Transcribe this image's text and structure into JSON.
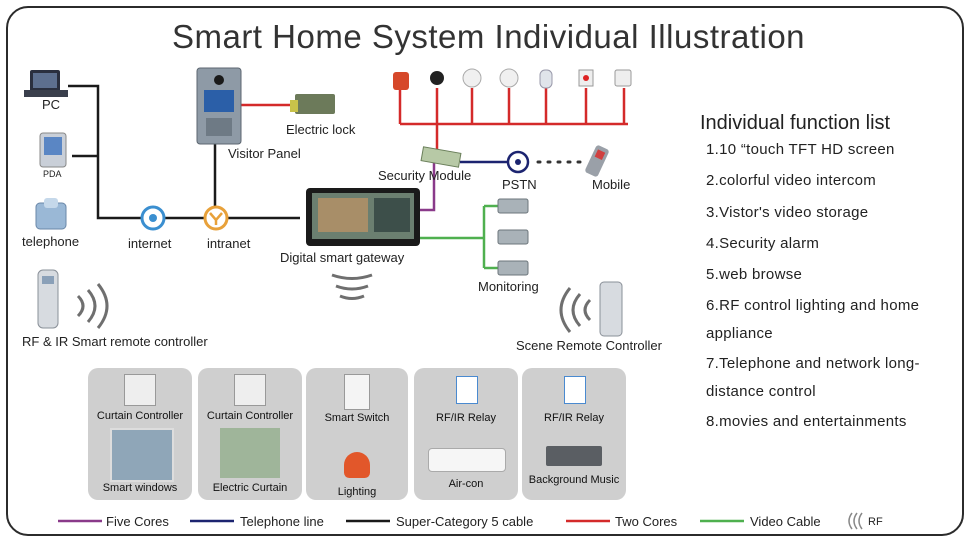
{
  "title": "Smart Home System Individual Illustration",
  "labels": {
    "pc": "PC",
    "pda": "PDA",
    "telephone": "telephone",
    "internet": "internet",
    "intranet": "intranet",
    "visitor_panel": "Visitor Panel",
    "electric_lock": "Electric lock",
    "security_module": "Security Module",
    "pstn": "PSTN",
    "mobile": "Mobile",
    "gateway": "Digital smart gateway",
    "monitoring": "Monitoring",
    "rf_ir_remote": "RF & IR Smart remote controller",
    "scene_remote": "Scene Remote Controller"
  },
  "function_list": {
    "title": "Individual function list",
    "items": [
      "1.10 “touch TFT HD screen",
      "2.colorful video intercom",
      "3.Vistor's video storage",
      "4.Security alarm",
      "5.web browse",
      "6.RF control lighting and home",
      "appliance",
      "7.Telephone and network long-",
      "distance control",
      "8.movies and entertainments"
    ]
  },
  "cards": [
    {
      "top": "Curtain Controller",
      "bottom": "Smart windows"
    },
    {
      "top": "Curtain Controller",
      "bottom": "Electric Curtain"
    },
    {
      "top": "Smart Switch",
      "bottom": "Lighting"
    },
    {
      "top": "RF/IR Relay",
      "bottom": "Air-con"
    },
    {
      "top": "RF/IR Relay",
      "bottom": "Background Music"
    }
  ],
  "legend": [
    {
      "label": "Five Cores",
      "color": "#8a3a8a"
    },
    {
      "label": "Telephone line",
      "color": "#1c2470"
    },
    {
      "label": "Super-Category 5 cable",
      "color": "#1a1a1a"
    },
    {
      "label": "Two Cores",
      "color": "#d42a2a"
    },
    {
      "label": "Video Cable",
      "color": "#4fb04f"
    },
    {
      "label": "RF",
      "color": "#888888"
    }
  ]
}
